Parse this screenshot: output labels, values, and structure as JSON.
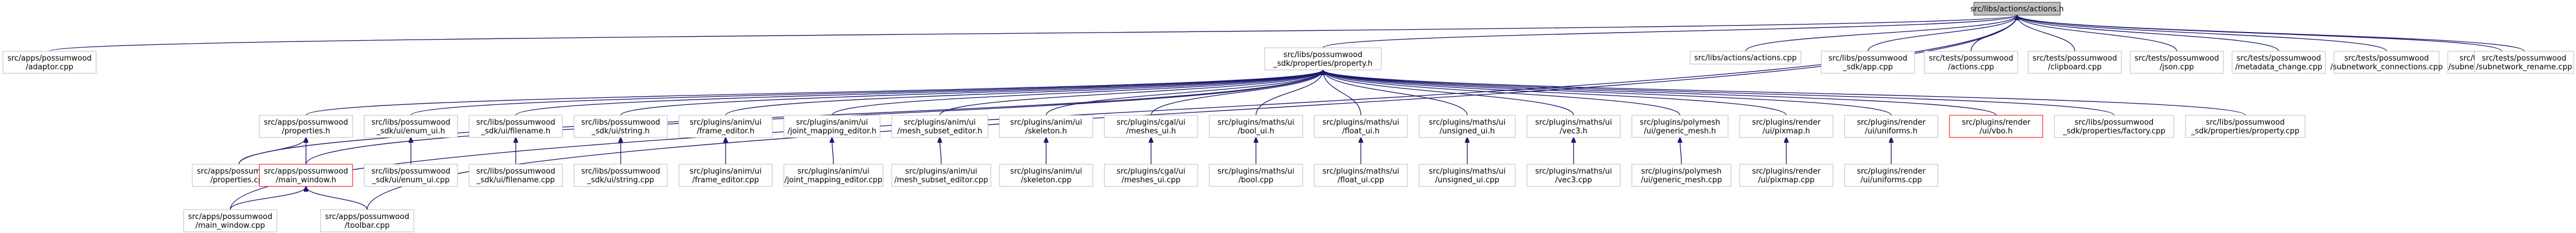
{
  "graph": {
    "colors": {
      "node_fill": "#ffffff",
      "node_stroke": "#bfbfbf",
      "root_fill": "#bfbfbf",
      "root_stroke": "#404040",
      "missing_stroke": "#ff0000",
      "edge": "#191970",
      "text": "#000000"
    },
    "nodes": [
      {
        "id": "actions_h",
        "lines": [
          "src/libs/actions/actions.h"
        ],
        "kind": "root"
      },
      {
        "id": "adaptor",
        "lines": [
          "src/apps/possumwood",
          "/adaptor.cpp"
        ],
        "kind": "normal"
      },
      {
        "id": "property_h",
        "lines": [
          "src/libs/possumwood",
          "_sdk/properties/property.h"
        ],
        "kind": "normal"
      },
      {
        "id": "actions_cpp",
        "lines": [
          "src/libs/actions/actions.cpp"
        ],
        "kind": "normal"
      },
      {
        "id": "app_cpp",
        "lines": [
          "src/libs/possumwood",
          "_sdk/app.cpp"
        ],
        "kind": "normal"
      },
      {
        "id": "t_actions",
        "lines": [
          "src/tests/possumwood",
          "/actions.cpp"
        ],
        "kind": "normal"
      },
      {
        "id": "t_clipboard",
        "lines": [
          "src/tests/possumwood",
          "/clipboard.cpp"
        ],
        "kind": "normal"
      },
      {
        "id": "t_json",
        "lines": [
          "src/tests/possumwood",
          "/json.cpp"
        ],
        "kind": "normal"
      },
      {
        "id": "t_metadata",
        "lines": [
          "src/tests/possumwood",
          "/metadata_change.cpp"
        ],
        "kind": "normal"
      },
      {
        "id": "t_subconn",
        "lines": [
          "src/tests/possumwood",
          "/subnetwork_connections.cpp"
        ],
        "kind": "normal"
      },
      {
        "id": "t_subeval",
        "lines": [
          "src/tests/possumwood",
          "/subnetwork_evaluation.cpp"
        ],
        "kind": "normal"
      },
      {
        "id": "t_subrename",
        "lines": [
          "src/tests/possumwood",
          "/subnetwork_rename.cpp"
        ],
        "kind": "normal"
      },
      {
        "id": "properties_h",
        "lines": [
          "src/apps/possumwood",
          "/properties.h"
        ],
        "kind": "normal"
      },
      {
        "id": "enum_ui_h",
        "lines": [
          "src/libs/possumwood",
          "_sdk/ui/enum_ui.h"
        ],
        "kind": "normal"
      },
      {
        "id": "filename_h",
        "lines": [
          "src/libs/possumwood",
          "_sdk/ui/filename.h"
        ],
        "kind": "normal"
      },
      {
        "id": "string_h",
        "lines": [
          "src/libs/possumwood",
          "_sdk/ui/string.h"
        ],
        "kind": "normal"
      },
      {
        "id": "frame_editor_h",
        "lines": [
          "src/plugins/anim/ui",
          "/frame_editor.h"
        ],
        "kind": "normal"
      },
      {
        "id": "joint_mapping_h",
        "lines": [
          "src/plugins/anim/ui",
          "/joint_mapping_editor.h"
        ],
        "kind": "normal"
      },
      {
        "id": "mesh_subset_h",
        "lines": [
          "src/plugins/anim/ui",
          "/mesh_subset_editor.h"
        ],
        "kind": "normal"
      },
      {
        "id": "skeleton_h",
        "lines": [
          "src/plugins/anim/ui",
          "/skeleton.h"
        ],
        "kind": "normal"
      },
      {
        "id": "meshes_ui_h",
        "lines": [
          "src/plugins/cgal/ui",
          "/meshes_ui.h"
        ],
        "kind": "normal"
      },
      {
        "id": "bool_ui_h",
        "lines": [
          "src/plugins/maths/ui",
          "/bool_ui.h"
        ],
        "kind": "normal"
      },
      {
        "id": "float_ui_h",
        "lines": [
          "src/plugins/maths/ui",
          "/float_ui.h"
        ],
        "kind": "normal"
      },
      {
        "id": "unsigned_ui_h",
        "lines": [
          "src/plugins/maths/ui",
          "/unsigned_ui.h"
        ],
        "kind": "normal"
      },
      {
        "id": "vec3_h",
        "lines": [
          "src/plugins/maths/ui",
          "/vec3.h"
        ],
        "kind": "normal"
      },
      {
        "id": "generic_mesh_h",
        "lines": [
          "src/plugins/polymesh",
          "/ui/generic_mesh.h"
        ],
        "kind": "normal"
      },
      {
        "id": "pixmap_h",
        "lines": [
          "src/plugins/render",
          "/ui/pixmap.h"
        ],
        "kind": "normal"
      },
      {
        "id": "uniforms_h",
        "lines": [
          "src/plugins/render",
          "/ui/uniforms.h"
        ],
        "kind": "normal"
      },
      {
        "id": "vbo_h",
        "lines": [
          "src/plugins/render",
          "/ui/vbo.h"
        ],
        "kind": "missing"
      },
      {
        "id": "factory_cpp",
        "lines": [
          "src/libs/possumwood",
          "_sdk/properties/factory.cpp"
        ],
        "kind": "normal"
      },
      {
        "id": "property_cpp",
        "lines": [
          "src/libs/possumwood",
          "_sdk/properties/property.cpp"
        ],
        "kind": "normal"
      },
      {
        "id": "properties_cpp",
        "lines": [
          "src/apps/possumwood",
          "/properties.cpp"
        ],
        "kind": "normal"
      },
      {
        "id": "main_window_h",
        "lines": [
          "src/apps/possumwood",
          "/main_window.h"
        ],
        "kind": "missing"
      },
      {
        "id": "enum_ui_cpp",
        "lines": [
          "src/libs/possumwood",
          "_sdk/ui/enum_ui.cpp"
        ],
        "kind": "normal"
      },
      {
        "id": "filename_cpp",
        "lines": [
          "src/libs/possumwood",
          "_sdk/ui/filename.cpp"
        ],
        "kind": "normal"
      },
      {
        "id": "string_cpp",
        "lines": [
          "src/libs/possumwood",
          "_sdk/ui/string.cpp"
        ],
        "kind": "normal"
      },
      {
        "id": "frame_editor_cpp",
        "lines": [
          "src/plugins/anim/ui",
          "/frame_editor.cpp"
        ],
        "kind": "normal"
      },
      {
        "id": "joint_mapping_cpp",
        "lines": [
          "src/plugins/anim/ui",
          "/joint_mapping_editor.cpp"
        ],
        "kind": "normal"
      },
      {
        "id": "mesh_subset_cpp",
        "lines": [
          "src/plugins/anim/ui",
          "/mesh_subset_editor.cpp"
        ],
        "kind": "normal"
      },
      {
        "id": "skeleton_cpp",
        "lines": [
          "src/plugins/anim/ui",
          "/skeleton.cpp"
        ],
        "kind": "normal"
      },
      {
        "id": "meshes_ui_cpp",
        "lines": [
          "src/plugins/cgal/ui",
          "/meshes_ui.cpp"
        ],
        "kind": "normal"
      },
      {
        "id": "bool_cpp",
        "lines": [
          "src/plugins/maths/ui",
          "/bool.cpp"
        ],
        "kind": "normal"
      },
      {
        "id": "float_ui_cpp",
        "lines": [
          "src/plugins/maths/ui",
          "/float_ui.cpp"
        ],
        "kind": "normal"
      },
      {
        "id": "unsigned_ui_cpp",
        "lines": [
          "src/plugins/maths/ui",
          "/unsigned_ui.cpp"
        ],
        "kind": "normal"
      },
      {
        "id": "vec3_cpp",
        "lines": [
          "src/plugins/maths/ui",
          "/vec3.cpp"
        ],
        "kind": "normal"
      },
      {
        "id": "generic_mesh_cpp",
        "lines": [
          "src/plugins/polymesh",
          "/ui/generic_mesh.cpp"
        ],
        "kind": "normal"
      },
      {
        "id": "pixmap_cpp",
        "lines": [
          "src/plugins/render",
          "/ui/pixmap.cpp"
        ],
        "kind": "normal"
      },
      {
        "id": "uniforms_cpp",
        "lines": [
          "src/plugins/render",
          "/ui/uniforms.cpp"
        ],
        "kind": "normal"
      },
      {
        "id": "main_window_cpp",
        "lines": [
          "src/apps/possumwood",
          "/main_window.cpp"
        ],
        "kind": "normal"
      },
      {
        "id": "toolbar_cpp",
        "lines": [
          "src/apps/possumwood",
          "/toolbar.cpp"
        ],
        "kind": "normal"
      }
    ],
    "edges": [
      [
        "adaptor",
        "actions_h"
      ],
      [
        "property_h",
        "actions_h"
      ],
      [
        "actions_cpp",
        "actions_h"
      ],
      [
        "app_cpp",
        "actions_h"
      ],
      [
        "t_actions",
        "actions_h"
      ],
      [
        "t_clipboard",
        "actions_h"
      ],
      [
        "t_json",
        "actions_h"
      ],
      [
        "t_metadata",
        "actions_h"
      ],
      [
        "t_subconn",
        "actions_h"
      ],
      [
        "t_subeval",
        "actions_h"
      ],
      [
        "t_subrename",
        "actions_h"
      ],
      [
        "main_window_cpp",
        "actions_h"
      ],
      [
        "toolbar_cpp",
        "actions_h"
      ],
      [
        "properties_h",
        "property_h"
      ],
      [
        "enum_ui_h",
        "property_h"
      ],
      [
        "filename_h",
        "property_h"
      ],
      [
        "string_h",
        "property_h"
      ],
      [
        "frame_editor_h",
        "property_h"
      ],
      [
        "joint_mapping_h",
        "property_h"
      ],
      [
        "mesh_subset_h",
        "property_h"
      ],
      [
        "skeleton_h",
        "property_h"
      ],
      [
        "meshes_ui_h",
        "property_h"
      ],
      [
        "bool_ui_h",
        "property_h"
      ],
      [
        "float_ui_h",
        "property_h"
      ],
      [
        "unsigned_ui_h",
        "property_h"
      ],
      [
        "vec3_h",
        "property_h"
      ],
      [
        "generic_mesh_h",
        "property_h"
      ],
      [
        "pixmap_h",
        "property_h"
      ],
      [
        "uniforms_h",
        "property_h"
      ],
      [
        "vbo_h",
        "property_h"
      ],
      [
        "factory_cpp",
        "property_h"
      ],
      [
        "property_cpp",
        "property_h"
      ],
      [
        "properties_cpp",
        "property_h"
      ],
      [
        "main_window_h",
        "property_h"
      ],
      [
        "properties_cpp",
        "properties_h"
      ],
      [
        "main_window_h",
        "properties_h"
      ],
      [
        "enum_ui_cpp",
        "enum_ui_h"
      ],
      [
        "filename_cpp",
        "filename_h"
      ],
      [
        "string_cpp",
        "string_h"
      ],
      [
        "frame_editor_cpp",
        "frame_editor_h"
      ],
      [
        "joint_mapping_cpp",
        "joint_mapping_h"
      ],
      [
        "mesh_subset_cpp",
        "mesh_subset_h"
      ],
      [
        "skeleton_cpp",
        "skeleton_h"
      ],
      [
        "meshes_ui_cpp",
        "meshes_ui_h"
      ],
      [
        "bool_cpp",
        "bool_ui_h"
      ],
      [
        "float_ui_cpp",
        "float_ui_h"
      ],
      [
        "unsigned_ui_cpp",
        "unsigned_ui_h"
      ],
      [
        "vec3_cpp",
        "vec3_h"
      ],
      [
        "generic_mesh_cpp",
        "generic_mesh_h"
      ],
      [
        "pixmap_cpp",
        "pixmap_h"
      ],
      [
        "uniforms_cpp",
        "uniforms_h"
      ],
      [
        "main_window_cpp",
        "main_window_h"
      ],
      [
        "toolbar_cpp",
        "main_window_h"
      ]
    ]
  }
}
